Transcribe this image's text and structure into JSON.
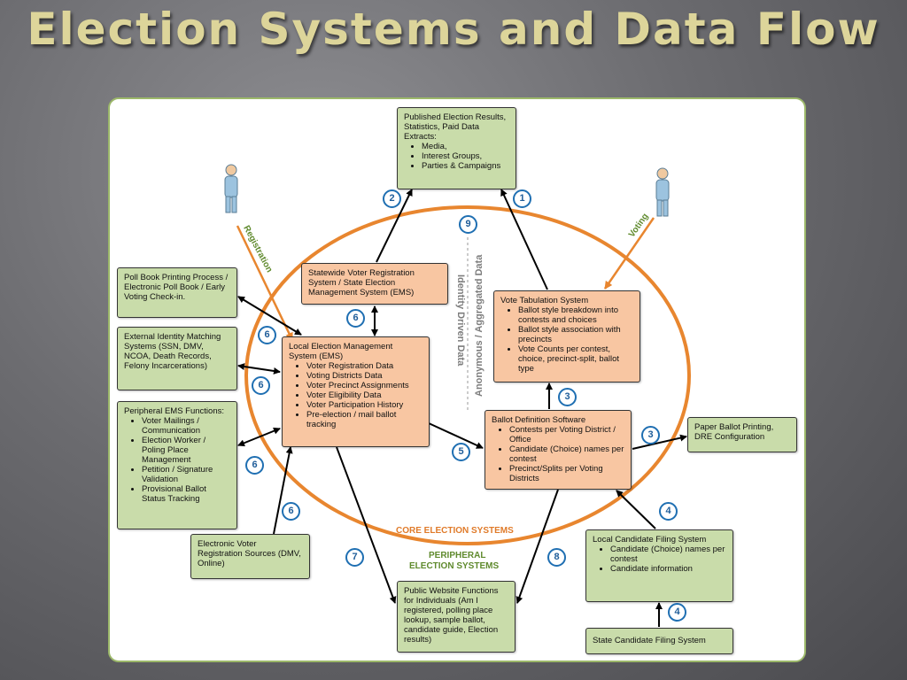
{
  "slide": {
    "title": "Election Systems and Data Flow"
  },
  "ring_labels": {
    "core": "CORE  ELECTION SYSTEMS",
    "peripheral_line1": "PERIPHERAL",
    "peripheral_line2": "ELECTION  SYSTEMS"
  },
  "center_labels": {
    "anonymous": "Anonymous / Aggregated Data",
    "identity": "Identity Driven Data"
  },
  "actor_labels": {
    "registration": "Registration",
    "voting": "Voting"
  },
  "boxes": {
    "published": {
      "title": "Published Election Results, Statistics, Paid Data Extracts:",
      "items": [
        "Media,",
        "Interest Groups,",
        "Parties & Campaigns"
      ]
    },
    "statewide": {
      "text": "Statewide Voter Registration System / State Election Management System (EMS)"
    },
    "local_ems": {
      "title": "Local Election Management System (EMS)",
      "items": [
        "Voter Registration Data",
        "Voting Districts Data",
        "Voter Precinct Assignments",
        "Voter Eligibility Data",
        "Voter Participation History",
        "Pre-election / mail ballot tracking"
      ]
    },
    "vote_tab": {
      "title": "Vote Tabulation System",
      "items": [
        "Ballot style breakdown into contests and choices",
        "Ballot style association with precincts",
        "Vote Counts per contest, choice, precinct-split, ballot type"
      ]
    },
    "ballot_def": {
      "title": "Ballot Definition Software",
      "items": [
        "Contests per Voting District / Office",
        "Candidate (Choice) names per contest",
        "Precinct/Splits per Voting Districts"
      ]
    },
    "poll_book": {
      "text": "Poll Book Printing Process / Electronic Poll Book / Early Voting Check-in."
    },
    "external_id": {
      "text": "External Identity Matching Systems (SSN, DMV, NCOA, Death Records, Felony Incarcerations)"
    },
    "peripheral_ems": {
      "title": "Peripheral EMS Functions:",
      "items": [
        "Voter Mailings / Communication",
        "Election Worker / Poling Place Management",
        "Petition / Signature Validation",
        "Provisional Ballot Status Tracking"
      ]
    },
    "electronic_reg": {
      "text": "Electronic Voter Registration Sources (DMV, Online)"
    },
    "public_web": {
      "text": "Public Website Functions for Individuals (Am I registered, polling place lookup, sample ballot, candidate guide, Election results)"
    },
    "paper_ballot": {
      "text": "Paper Ballot Printing, DRE Configuration"
    },
    "local_cand": {
      "title": "Local Candidate Filing System",
      "items": [
        "Candidate (Choice) names per contest",
        "Candidate information"
      ]
    },
    "state_cand": {
      "text": "State Candidate Filing System"
    }
  },
  "badges": {
    "b1": "1",
    "b2": "2",
    "b9": "9",
    "b6a": "6",
    "b6b": "6",
    "b6c": "6",
    "b6d": "6",
    "b6e": "6",
    "b3a": "3",
    "b3b": "3",
    "b5": "5",
    "b7": "7",
    "b8": "8",
    "b4a": "4",
    "b4b": "4"
  },
  "colors": {
    "ring": "#e8862f",
    "green_box": "#c9dcaa",
    "peach_box": "#f8c6a2",
    "badge": "#1f6fb2",
    "panel_border": "#9cb86a",
    "title": "#ddd59a"
  }
}
